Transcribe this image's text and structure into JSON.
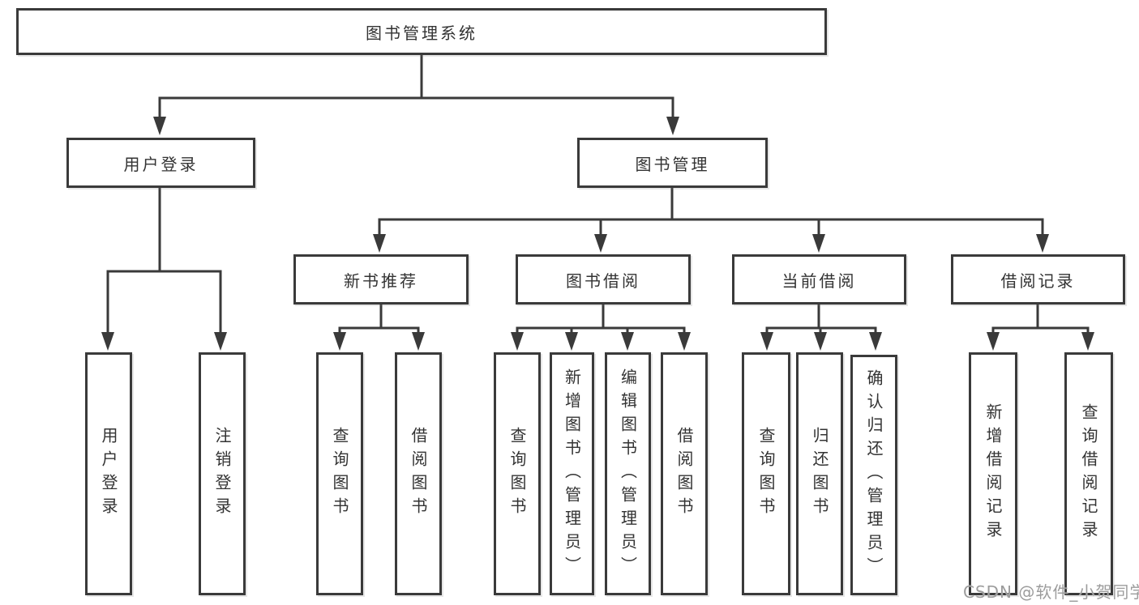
{
  "colors": {
    "background": "#ffffff",
    "line": "#3a3a3a",
    "text": "#333333",
    "watermark": "#9c9c9c"
  },
  "watermark": {
    "text": "CSDN @软件_小贺同学"
  },
  "tree": {
    "label": "图书管理系统",
    "children": [
      {
        "label": "用户登录",
        "children": [
          {
            "label": "用户登录"
          },
          {
            "label": "注销登录"
          }
        ]
      },
      {
        "label": "图书管理",
        "children": [
          {
            "label": "新书推荐",
            "children": [
              {
                "label": "查询图书"
              },
              {
                "label": "借阅图书"
              }
            ]
          },
          {
            "label": "图书借阅",
            "children": [
              {
                "label": "查询图书"
              },
              {
                "label": "新增图书（管理员）"
              },
              {
                "label": "编辑图书（管理员）"
              },
              {
                "label": "借阅图书"
              }
            ]
          },
          {
            "label": "当前借阅",
            "children": [
              {
                "label": "查询图书"
              },
              {
                "label": "归还图书"
              },
              {
                "label": "确认归还（管理员）"
              }
            ]
          },
          {
            "label": "借阅记录",
            "children": [
              {
                "label": "新增借阅记录"
              },
              {
                "label": "查询借阅记录"
              }
            ]
          }
        ]
      }
    ]
  }
}
